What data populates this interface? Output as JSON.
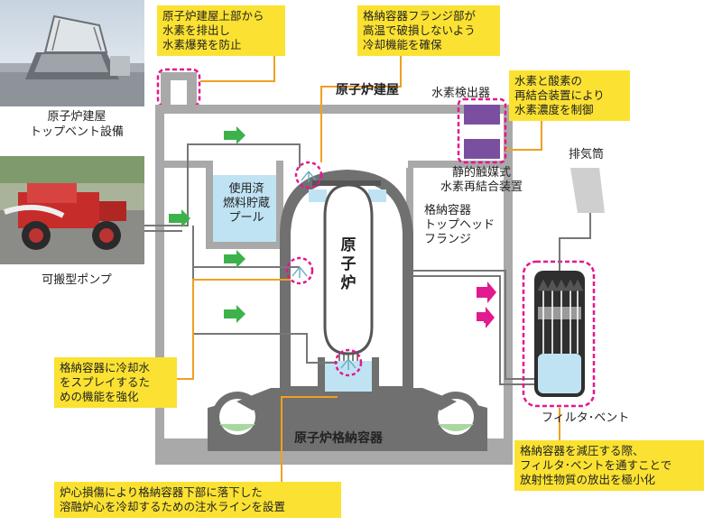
{
  "photos": {
    "top_vent_caption": "原子炉建屋\nトップベント設備",
    "pump_caption": "可搬型ポンプ"
  },
  "labels": {
    "reactor_building": "原子炉建屋",
    "hydrogen_detector": "水素検出器",
    "spent_fuel_pool": "使用済\n燃料貯蔵\nプール",
    "reactor": "原子炉",
    "top_head_flange": "格納容器\nトップヘッド\nフランジ",
    "recombiner": "静的触媒式\n水素再結合装置",
    "stack": "排気筒",
    "containment_vessel": "原子炉格納容器",
    "filter_vent": "フィルタ･ベント"
  },
  "notes": {
    "top_vent": "原子炉建屋上部から\n水素を排出し\n水素爆発を防止",
    "flange": "格納容器フランジ部が\n高温で破損しないよう\n冷却機能を確保",
    "recombiner": "水素と酸素の\n再結合装置により\n水素濃度を制御",
    "spray": "格納容器に冷却水\nをスプレイするた\nめの機能を強化",
    "filter_vent": "格納容器を減圧する際、\nフィルタ･ベントを通すことで\n放射性物質の放出を極小化",
    "injection": "炉心損傷により格納容器下部に落下した\n溶融炉心を冷却するための注水ラインを設置"
  },
  "colors": {
    "building": "#a9a9a9",
    "water": "#bfe3f3",
    "vessel": "#707070",
    "note_bg": "#fbe232",
    "highlight": "#e2198f",
    "arrow_green": "#3db24b",
    "arrow_pink": "#e2198f",
    "leader": "#f0a020"
  }
}
